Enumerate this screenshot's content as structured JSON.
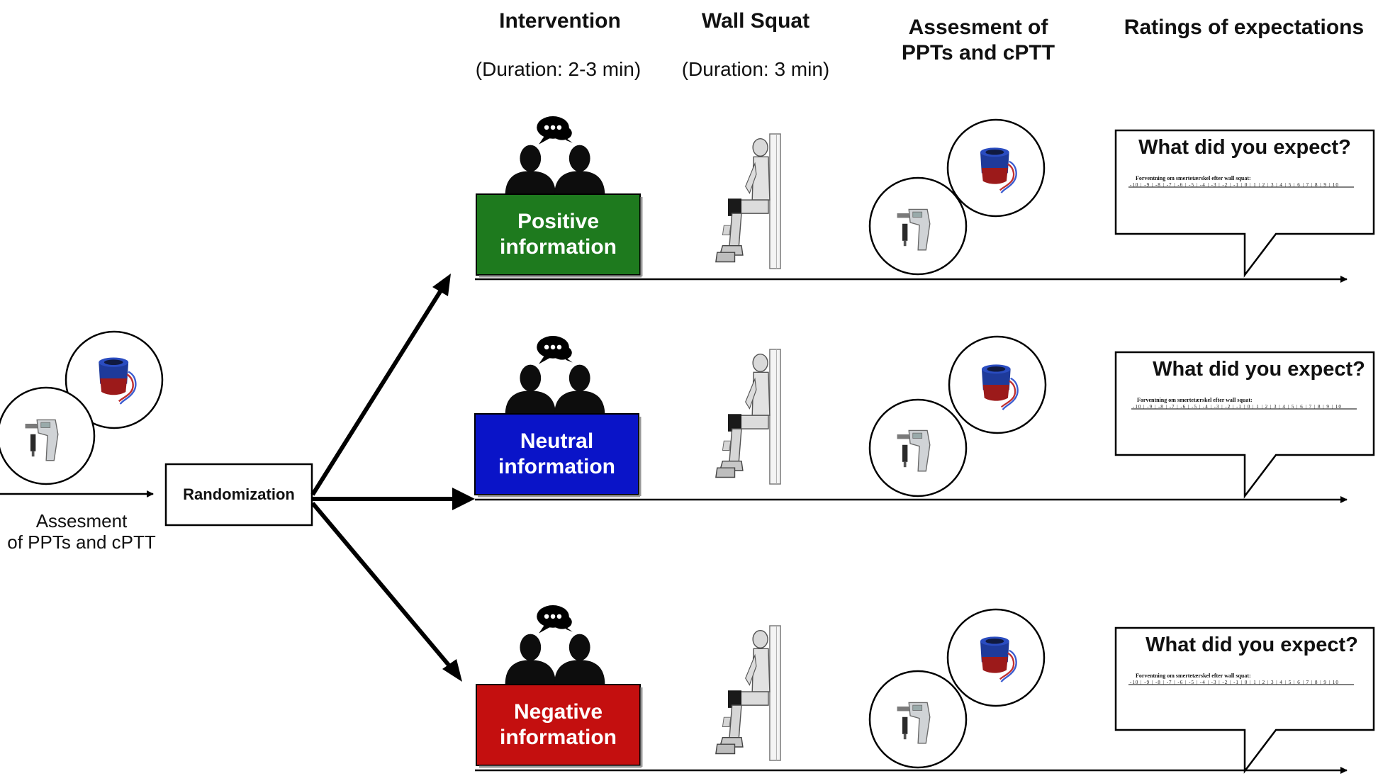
{
  "headers": {
    "intervention": "Intervention",
    "intervention_duration": "(Duration: 2-3 min)",
    "wall_squat": "Wall Squat",
    "wall_squat_duration": "(Duration: 3 min)",
    "assessment_line1": "Assesment of",
    "assessment_line2": "PPTs and cPTT",
    "ratings": "Ratings of expectations"
  },
  "baseline": {
    "line1": "Assesment",
    "line2": "of PPTs and cPTT"
  },
  "randomization": "Randomization",
  "groups": [
    {
      "label_line1": "Positive",
      "label_line2": "information",
      "color": "#1e7a1e",
      "bubble_title": "What did you expect?"
    },
    {
      "label_line1": "Neutral",
      "label_line2": "information",
      "color": "#0a14c8",
      "bubble_title": "What did you expect?"
    },
    {
      "label_line1": "Negative",
      "label_line2": "information",
      "color": "#c40f0f",
      "bubble_title": "What did you expect?"
    }
  ],
  "rating_form": {
    "heading": "Forventning om smertetærskel efter wall squat:",
    "scale": "-10 | -9 | -8 | -7 | -6 | -5 | -4 | -3 | -2 | -1 | 0 | 1 | 2 | 3 | 4 | 5 | 6 | 7 | 8 | 9 | 10"
  },
  "icons": [
    "speech-bubble-icon",
    "two-people-silhouette-icon",
    "wall-squat-figure-icon",
    "cuff-icon",
    "algometer-icon"
  ]
}
